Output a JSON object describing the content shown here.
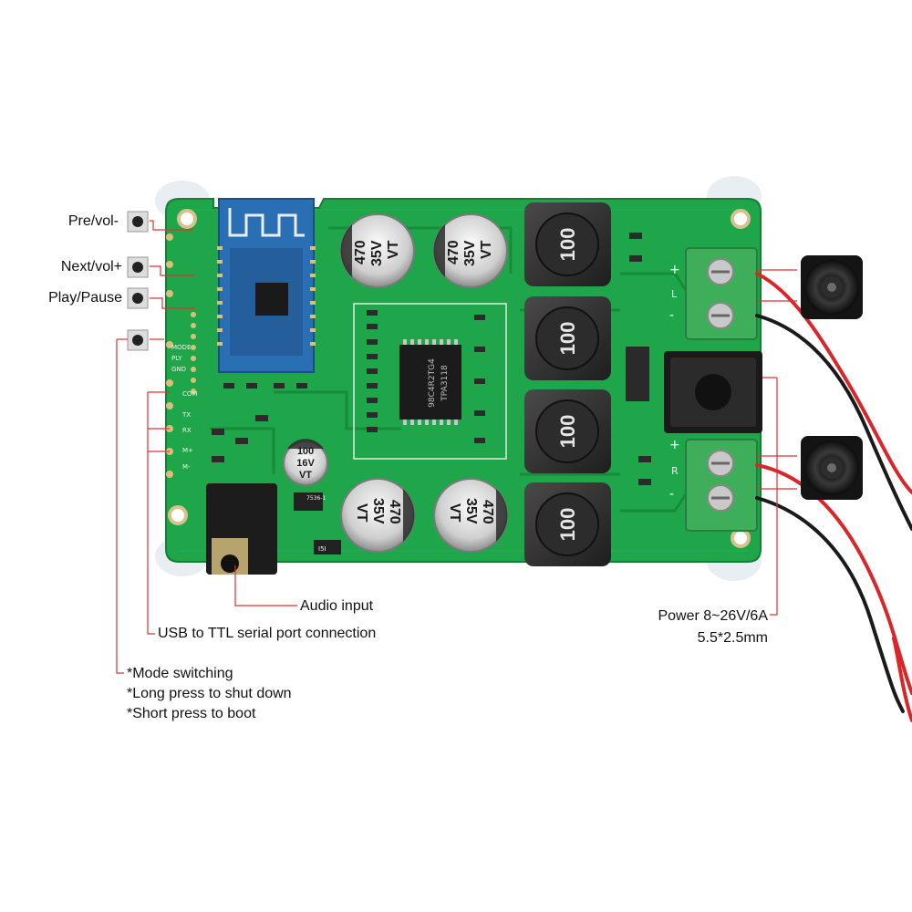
{
  "labels": {
    "prev": "Pre/vol-",
    "next": "Next/vol+",
    "play": "Play/Pause",
    "audio_input": "Audio input",
    "usb_ttl": "USB to TTL serial port connection",
    "power_line1": "Power 8~26V/6A",
    "power_line2": "5.5*2.5mm",
    "mode_line1": "*Mode switching",
    "mode_line2": "*Long press to shut down",
    "mode_line3": "*Short press to boot"
  },
  "board": {
    "capacitor_values": [
      "470",
      "35V",
      "VT"
    ],
    "small_cap_values": [
      "100",
      "16V",
      "VT"
    ],
    "inductor_value": "100",
    "chip_line1": "98C4R2TG4",
    "chip_line2": "TPA3118",
    "pin_labels": [
      "MODE",
      "PLY",
      "GND",
      "COM",
      "TX",
      "RX",
      "M+",
      "M-"
    ],
    "terminal_labels": [
      "+",
      "-",
      "L",
      "+",
      "-",
      "R"
    ],
    "reg_label": "7536-1",
    "diode_label": "I5I",
    "colors": {
      "pcb": "#1fa64a",
      "pcb_dark": "#168a3a",
      "silk": "#f2f2f2",
      "bt_module": "#2a6fb3",
      "terminal": "#3fae5a",
      "wire_red": "#d9262a",
      "wire_black": "#1a1a1a",
      "leader_red": "#d33"
    }
  }
}
